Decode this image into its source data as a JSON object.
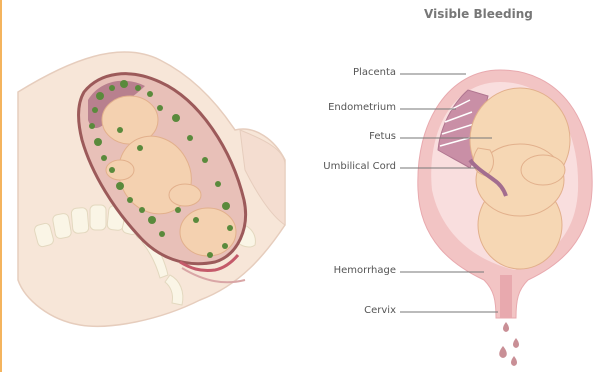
{
  "title": "Visible Bleeding",
  "labels": {
    "placenta": "Placenta",
    "endometrium": "Endometrium",
    "fetus": "Fetus",
    "umbilical_cord": "Umbilical Cord",
    "hemorrhage": "Hemorrhage",
    "cervix": "Cervix"
  },
  "colors": {
    "accent_bar": "#f4b45e",
    "uterus_wall": "#f2c4c4",
    "fetus_skin": "#f6d7b4",
    "placenta": "#c98fa6",
    "clot_green": "#5a8a3c",
    "blood": "#c98f96",
    "bone": "#faf5e6",
    "label_line": "#777777"
  }
}
